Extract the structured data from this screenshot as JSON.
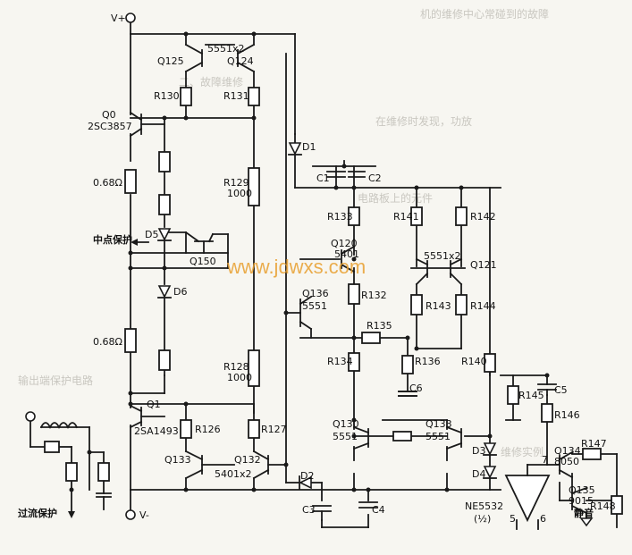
{
  "watermark": "www.jdwxs.com",
  "nodes": {
    "vplus": "V+",
    "vminus": "V-"
  },
  "annotations": {
    "midpoint_protect": "中点保护",
    "overcurrent_protect": "过流保护",
    "mute": "静音"
  },
  "transistors": {
    "q125": "Q125",
    "q124": "Q124",
    "pair_top": "5551x2",
    "q0": "Q0",
    "q0_part": "2SC3857",
    "q150": "Q150",
    "q120": "Q120",
    "q120_part": "5401",
    "pair_right": "5551x2",
    "q121": "Q121",
    "q136": "Q136",
    "q136_part": "5551",
    "q1": "Q1",
    "q1_part": "2SA1493",
    "q133": "Q133",
    "q132": "Q132",
    "pair_bottom": "5401x2",
    "q130": "Q130",
    "q130_part": "5551",
    "q133r": "Q133",
    "q133r_part": "5551",
    "q134": "Q134",
    "q134_part": "8050",
    "q135": "Q135",
    "q135_part": "9015"
  },
  "resistors": {
    "r130": "R130",
    "r131": "R131",
    "r129": "R129",
    "r129_val": "1000",
    "r_top_emitter": "0.68Ω",
    "r_bot_emitter": "0.68Ω",
    "r133": "R133",
    "r141": "R141",
    "r142": "R142",
    "r132": "R132",
    "r143": "R143",
    "r144": "R144",
    "r135": "R135",
    "r128": "R128",
    "r128_val": "1000",
    "r134": "R134",
    "r136": "R136",
    "r140": "R140",
    "r145": "R145",
    "r146": "R146",
    "r147": "R147",
    "r148": "R148",
    "r126": "R126",
    "r127": "R127"
  },
  "diodes": {
    "d1": "D1",
    "d2": "D2",
    "d3": "D3",
    "d4": "D4",
    "d5": "D5",
    "d6": "D6"
  },
  "capacitors": {
    "c1": "C1",
    "c2": "C2",
    "c3": "C3",
    "c4": "C4",
    "c5": "C5",
    "c6": "C6"
  },
  "opamp": {
    "part": "NE5532",
    "half": "(½)",
    "pin7": "7",
    "pin5": "5",
    "pin6": "6"
  },
  "background_text": [
    "机的维修中心常碰到的故障",
    "二、故障维修",
    "在维修时发现，功放",
    "电路板上的元件",
    "输出端保护电路",
    "维修实例"
  ]
}
